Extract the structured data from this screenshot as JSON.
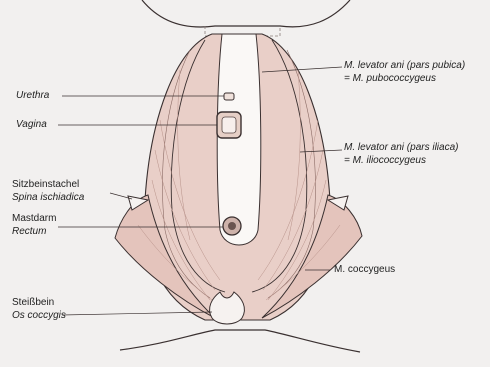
{
  "labels": {
    "urethra": "Urethra",
    "vagina": "Vagina",
    "sitzbein_de": "Sitzbeinstachel",
    "sitzbein_la": "Spina ischiadica",
    "mastdarm_de": "Mastdarm",
    "mastdarm_la": "Rectum",
    "steiss_de": "Steißbein",
    "steiss_la": "Os coccygis",
    "levator_pubica_1": "M. levator ani (pars pubica)",
    "levator_pubica_2": "= M. pubococcygeus",
    "levator_iliaca_1": "M. levator ani (pars iliaca)",
    "levator_iliaca_2": "= M. iliococcygeus",
    "coccygeus": "M. coccygeus"
  },
  "colors": {
    "background": "#f2f0ef",
    "muscle": "#e9cfc8",
    "muscle_dark": "#d9b4ab",
    "line": "#3a3030",
    "canal": "#faf8f6"
  }
}
